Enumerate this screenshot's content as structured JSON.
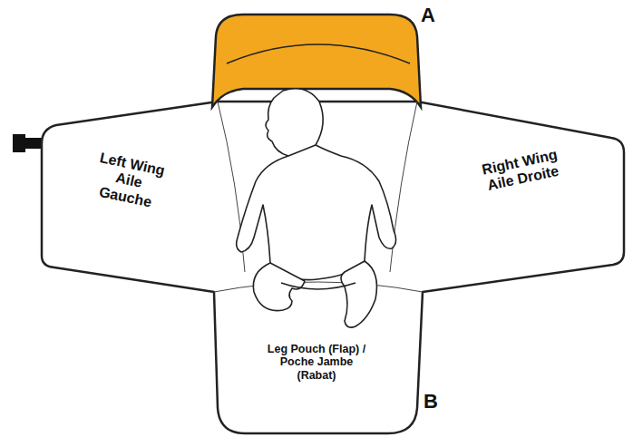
{
  "diagram": {
    "labels": [
      "A",
      "Left Wing Aile Gauche",
      "Right Wing Aile Droite",
      "Leg Pouch (Flap) / Poche Jambe (Rabat)",
      "B"
    ]
  }
}
